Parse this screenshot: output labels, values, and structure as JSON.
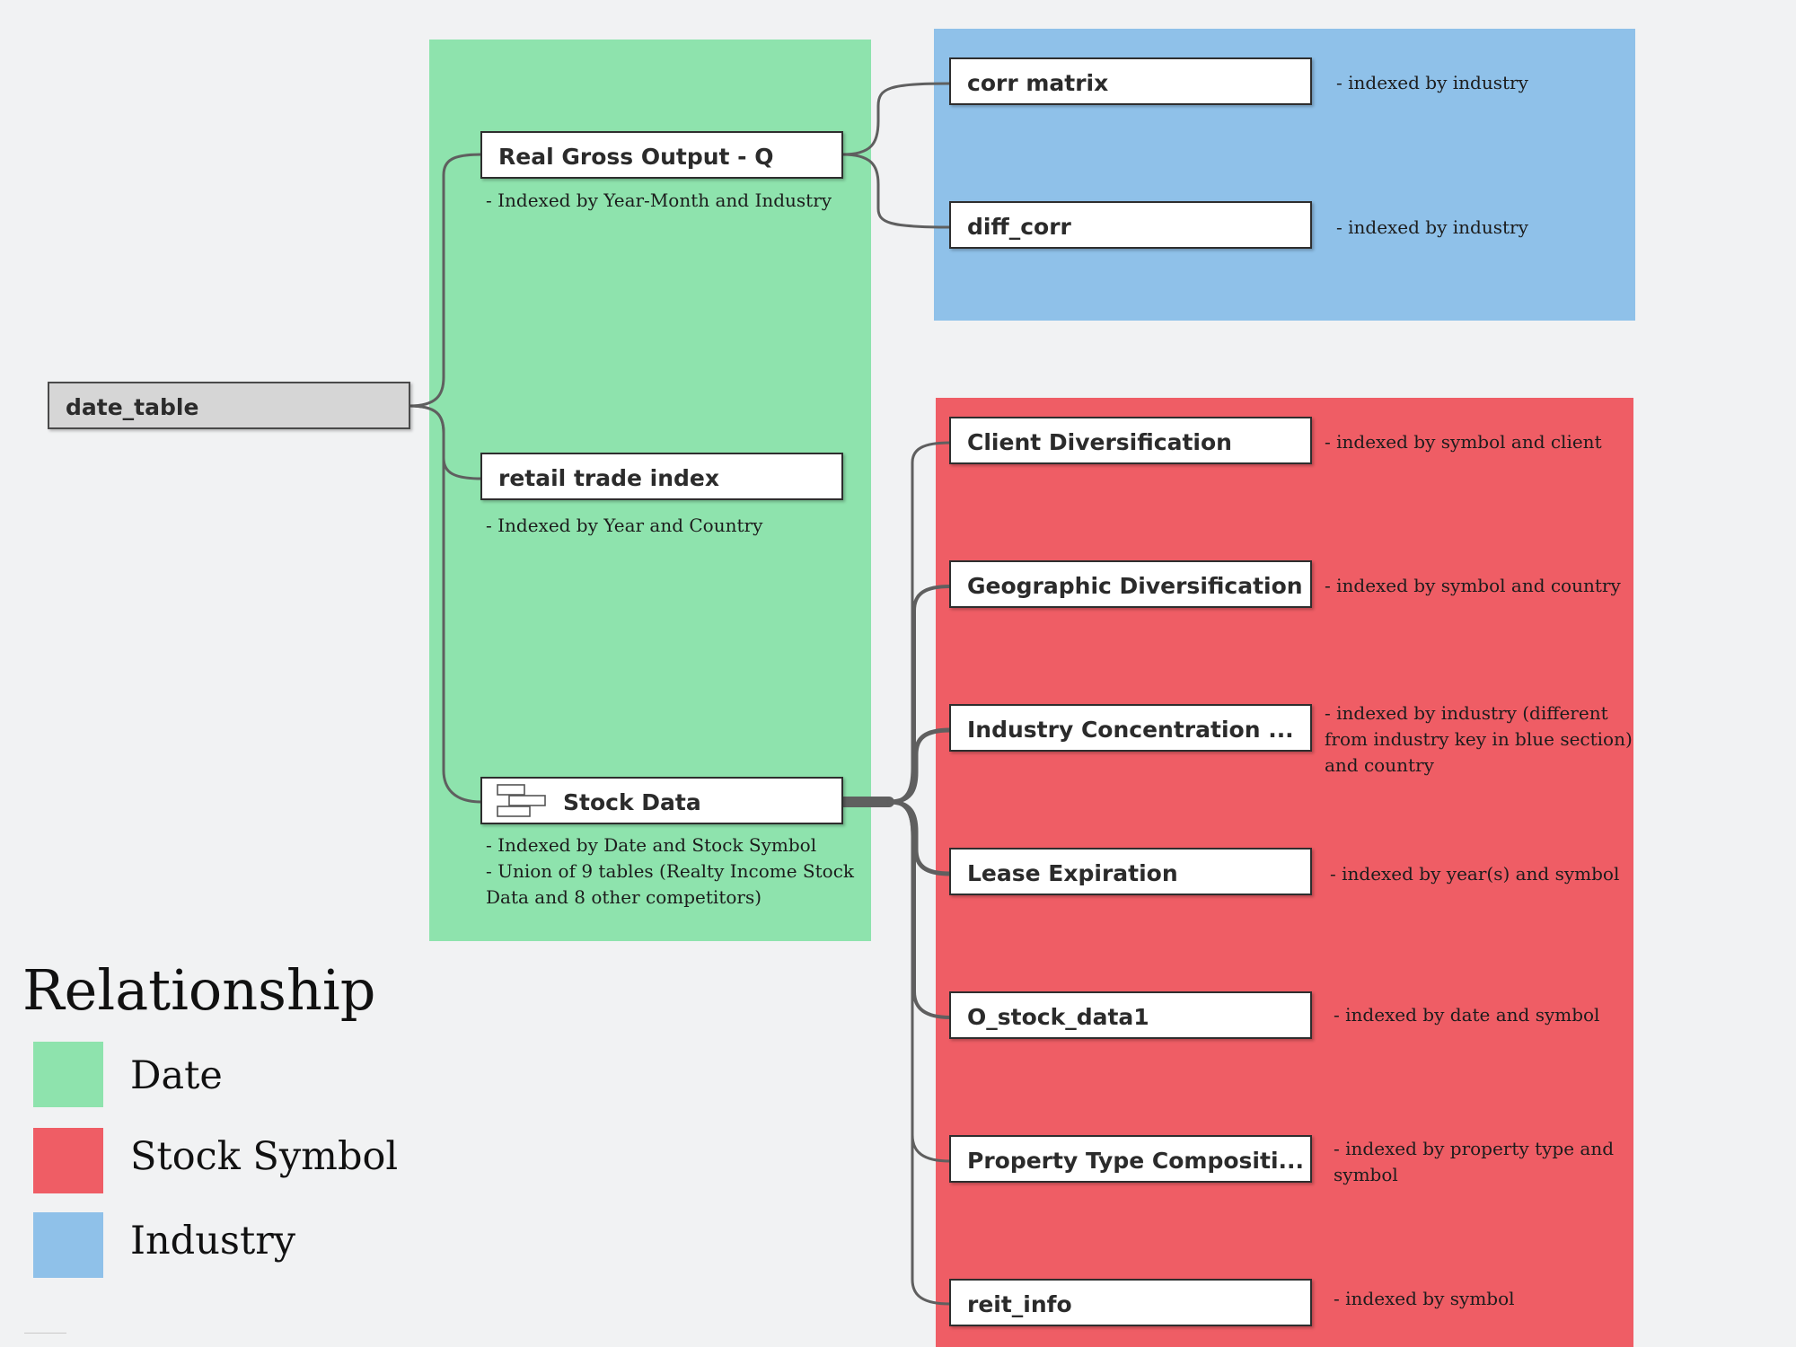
{
  "colors": {
    "date": "#8ee3ad",
    "stock_symbol": "#ef5d65",
    "industry": "#8fc1e9",
    "connector": "#5f5f5f"
  },
  "root": {
    "label": "date_table"
  },
  "date_group": {
    "tables": [
      {
        "label": "Real Gross Output - Q",
        "note": "- Indexed by Year-Month and Industry"
      },
      {
        "label": "retail trade index",
        "note": "- Indexed by Year and Country"
      },
      {
        "label": "Stock Data",
        "icon": "union-tables-icon",
        "note": "- Indexed by Date and Stock Symbol\n- Union of 9 tables (Realty Income Stock\nData and 8 other competitors)"
      }
    ]
  },
  "industry_group": {
    "tables": [
      {
        "label": "corr matrix",
        "note": "- indexed by industry"
      },
      {
        "label": "diff_corr",
        "note": "- indexed by industry"
      }
    ]
  },
  "symbol_group": {
    "tables": [
      {
        "label": "Client Diversification",
        "note": "- indexed by symbol and client"
      },
      {
        "label": "Geographic Diversification",
        "note": "- indexed by symbol and country"
      },
      {
        "label": "Industry Concentration ...",
        "note": "- indexed by industry (different\nfrom  industry key in blue section)\nand country"
      },
      {
        "label": "Lease Expiration",
        "note": "- indexed by year(s) and symbol"
      },
      {
        "label": "O_stock_data1",
        "note": "- indexed by date and symbol"
      },
      {
        "label": "Property Type Compositi...",
        "note": "- indexed by property type and\nsymbol"
      },
      {
        "label": "reit_info",
        "note": "- indexed by symbol"
      }
    ]
  },
  "legend": {
    "title": "Relationship",
    "items": [
      {
        "label": "Date",
        "color": "#8ee3ad"
      },
      {
        "label": "Stock Symbol",
        "color": "#ef5d65"
      },
      {
        "label": "Industry",
        "color": "#8fc1e9"
      }
    ]
  }
}
